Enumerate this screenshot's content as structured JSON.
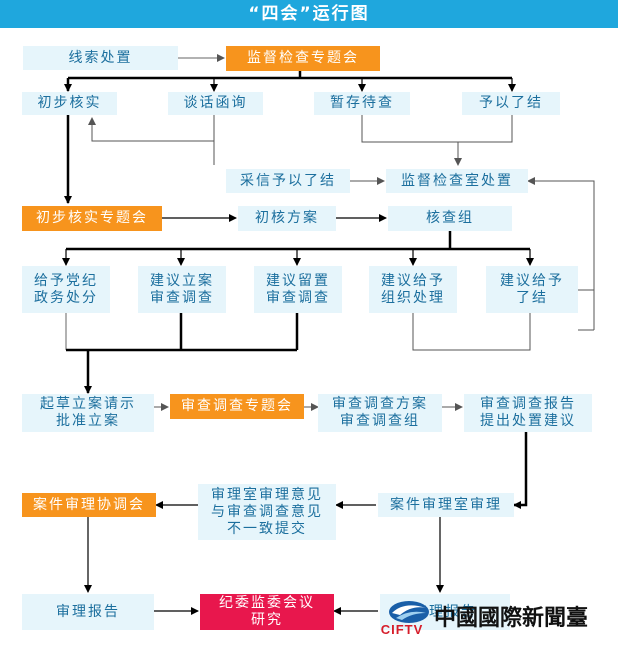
{
  "title": "“四会”运行图",
  "nodes": {
    "n_clue": "线索处置",
    "n_supervise_meeting": "监督检查专题会",
    "n_initial_verify": "初步核实",
    "n_talk_inquiry": "谈话函询",
    "n_pending": "暂存待查",
    "n_close": "予以了结",
    "n_adopt_close": "采信予以了结",
    "n_supervise_room": "监督检查室处置",
    "n_initial_meeting": "初步核实专题会",
    "n_initial_plan": "初核方案",
    "n_verify_group": "核查组",
    "n_party_penalty": "给予党纪\n政务处分",
    "n_suggest_file": "建议立案\n审查调查",
    "n_suggest_retain": "建议留置\n审查调查",
    "n_suggest_org": "建议给予\n组织处理",
    "n_suggest_close": "建议给予\n了结",
    "n_draft_request": "起草立案请示\n批准立案",
    "n_review_meeting": "审查调查专题会",
    "n_review_plan": "审查调查方案\n审查调查组",
    "n_review_report": "审查调查报告\n提出处置建议",
    "n_case_meeting": "案件审理协调会",
    "n_opinion_diff": "审理室审理意见\n与审查调查意见\n不一致提交",
    "n_case_room": "案件审理室审理",
    "n_trial_report": "审理报告",
    "n_commission": "纪委监委会议\n研究",
    "n_trial_report_right": "审理报告"
  },
  "logo": {
    "en": "CIFTV",
    "cn": "中國國際新聞臺"
  },
  "colors": {
    "title_bg": "#1fa7dd",
    "box_blue": "#e6f5fb",
    "box_orange": "#f7941d",
    "box_pink": "#e8174d",
    "text_blue": "#1c6f9e"
  }
}
